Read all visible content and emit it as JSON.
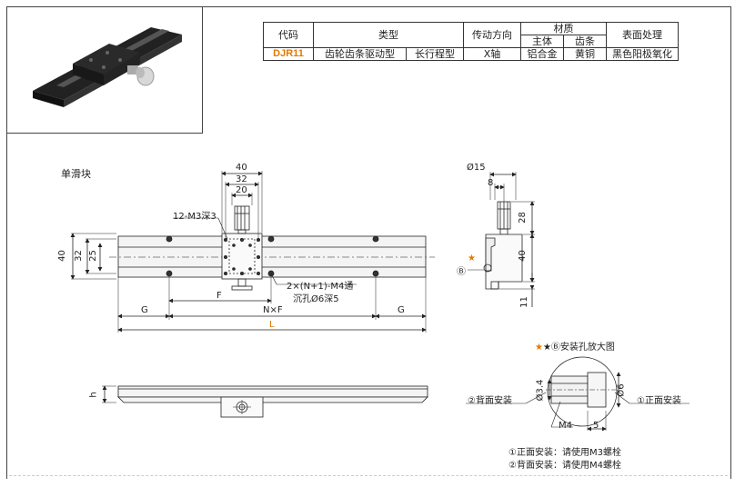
{
  "table": {
    "headers": {
      "code": "代码",
      "type": "类型",
      "direction": "传动方向",
      "material": "材质",
      "material_body": "主体",
      "material_gear": "齿条",
      "finish": "表面处理"
    },
    "row": {
      "code": "DJR11",
      "type1": "齿轮齿条驱动型",
      "type2": "长行程型",
      "direction": "X轴",
      "body": "铝合金",
      "gear": "黄铜",
      "finish": "黑色阳极氧化"
    }
  },
  "drawing": {
    "single_slider": "单滑块",
    "dim_40_top": "40",
    "dim_32_top": "32",
    "dim_20_top": "20",
    "thread_note": "12-M3深3",
    "dim_40_left": "40",
    "dim_32_left": "32",
    "dim_25_left": "25",
    "hole_note1": "2×(N+1)-M4通",
    "hole_note2": "沉孔Ø6深5",
    "dim_F": "F",
    "dim_G_left": "G",
    "dim_NxF": "N×F",
    "dim_G_right": "G",
    "dim_L": "L",
    "dim_h": "h",
    "side_15": "Ø15",
    "side_8": "8",
    "side_28": "28",
    "side_40": "40",
    "side_11": "11",
    "side_B": "Ⓑ",
    "star": "★",
    "detail_title": "★Ⓑ安装孔放大图",
    "detail_34": "Ø3.4",
    "detail_6": "Ø6",
    "detail_M4": "M4",
    "detail_5": "5",
    "back_install": "②背面安装",
    "front_install": "①正面安装",
    "note1": "①正面安装：请使用M3螺栓",
    "note2": "②背面安装：请使用M4螺栓"
  },
  "colors": {
    "accent": "#e07b00",
    "line": "#222222",
    "rail": "#f2f2f2"
  }
}
